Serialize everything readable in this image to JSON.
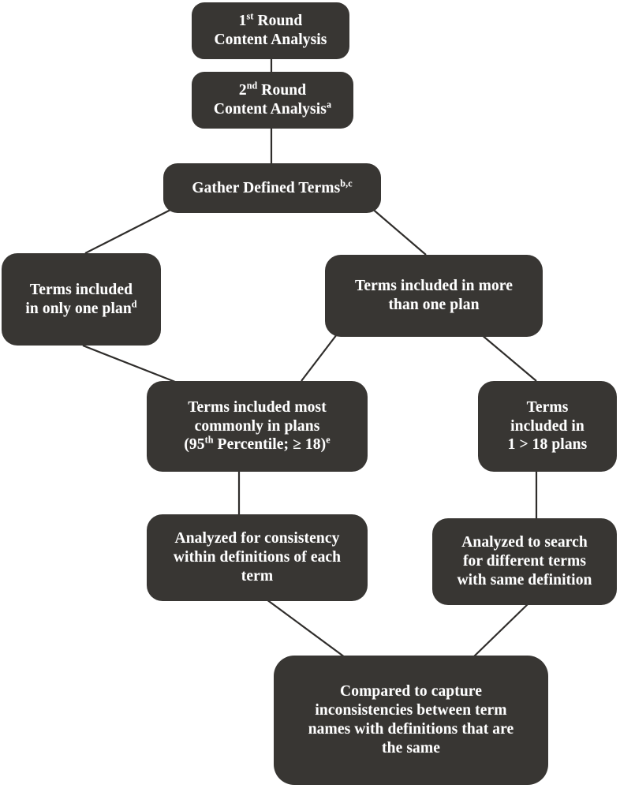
{
  "figure": {
    "type": "flowchart",
    "title": "Content analysis and term comparison workflow",
    "background_color": "#ffffff",
    "node_fill_color": "#383633",
    "node_text_color": "#ffffff",
    "edge_color": "#2f2d2b"
  },
  "nodes": [
    {
      "id": "n1",
      "label": "1st Round Content Analysis",
      "line1_pre": "1",
      "line1_sup": "st",
      "line1_post": " Round",
      "line2": "Content Analysis",
      "footnote": ""
    },
    {
      "id": "n2",
      "label": "2nd Round Content Analysis a",
      "line1_pre": "2",
      "line1_sup": "nd",
      "line1_post": " Round",
      "line2": "Content Analysis",
      "footnote": "a"
    },
    {
      "id": "n3",
      "label": "Gather Defined Terms b,c",
      "line1": "Gather Defined Terms",
      "footnote": "b,c"
    },
    {
      "id": "n4",
      "label": "Terms included in only one plan d",
      "line1": "Terms included",
      "line2": "in only one plan",
      "footnote": "d"
    },
    {
      "id": "n5",
      "label": "Terms included in more than one plan",
      "line1": "Terms included in more",
      "line2": "than one plan",
      "footnote": ""
    },
    {
      "id": "n6",
      "label": "Terms included most commonly in plans (95th Percentile; ≥ 18) e",
      "line1": "Terms included most",
      "line2": "commonly in plans",
      "line3_pre": "(95",
      "line3_sup": "th",
      "line3_post": " Percentile; ≥ 18)",
      "footnote": "e"
    },
    {
      "id": "n7",
      "label": "Terms included in 1 > 18 plans",
      "line1": "Terms",
      "line2": "included in",
      "line3": "1 > 18 plans",
      "footnote": ""
    },
    {
      "id": "n8",
      "label": "Analyzed for consistency within definitions of each term",
      "line1": "Analyzed for consistency",
      "line2": "within definitions of each",
      "line3": "term",
      "footnote": ""
    },
    {
      "id": "n9",
      "label": "Analyzed to search for different terms with same definition",
      "line1": "Analyzed to search",
      "line2": "for different terms",
      "line3": "with same definition",
      "footnote": ""
    },
    {
      "id": "n10",
      "label": "Compared to capture inconsistencies between term names with definitions that are the same",
      "line1": "Compared to capture",
      "line2": "inconsistencies between term",
      "line3": "names with definitions that are",
      "line4": "the same",
      "footnote": ""
    }
  ],
  "edges": [
    {
      "from": "n1",
      "to": "n2",
      "kind": "vertical"
    },
    {
      "from": "n2",
      "to": "n3",
      "kind": "vertical"
    },
    {
      "from": "n3",
      "to": "n4",
      "kind": "diagonal"
    },
    {
      "from": "n3",
      "to": "n5",
      "kind": "diagonal"
    },
    {
      "from": "n4",
      "to": "n6",
      "kind": "diagonal"
    },
    {
      "from": "n5",
      "to": "n6",
      "kind": "diagonal"
    },
    {
      "from": "n5",
      "to": "n7",
      "kind": "diagonal"
    },
    {
      "from": "n6",
      "to": "n8",
      "kind": "vertical"
    },
    {
      "from": "n7",
      "to": "n9",
      "kind": "vertical"
    },
    {
      "from": "n8",
      "to": "n10",
      "kind": "diagonal"
    },
    {
      "from": "n9",
      "to": "n10",
      "kind": "diagonal"
    }
  ]
}
